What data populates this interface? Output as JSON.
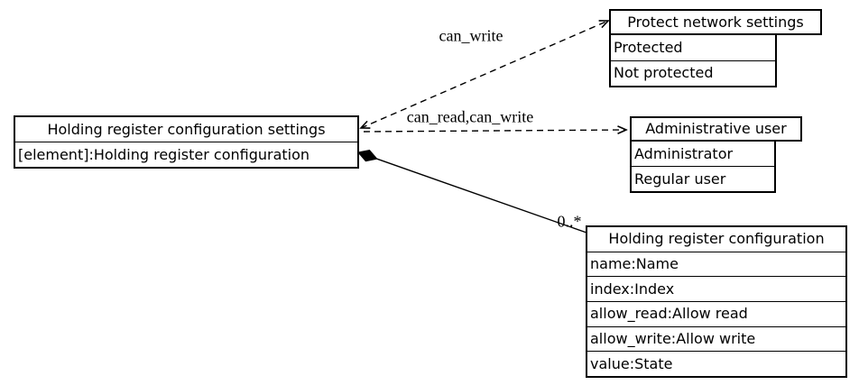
{
  "diagram": {
    "type": "association-diagram",
    "colors": {
      "stroke": "#000000",
      "background": "#ffffff"
    }
  },
  "nodes": {
    "settings": {
      "title": "Holding register configuration settings",
      "element_field": "[element]:Holding register configuration"
    },
    "protect": {
      "title": "Protect network settings",
      "values": [
        "Protected",
        "Not protected"
      ]
    },
    "admin": {
      "title": "Administrative user",
      "values": [
        "Administrator",
        "Regular user"
      ]
    },
    "holding": {
      "title": "Holding register configuration",
      "fields": [
        "name:Name",
        "index:Index",
        "allow_read:Allow read",
        "allow_write:Allow write",
        "value:State"
      ]
    }
  },
  "edges": {
    "can_write": {
      "label": "can_write",
      "style": "dashed",
      "arrows": "both"
    },
    "can_read_can_write": {
      "label": "can_read,can_write",
      "style": "dashed",
      "arrows": "head"
    },
    "contains": {
      "label": "0..*",
      "style": "solid",
      "tail": "diamond"
    }
  }
}
